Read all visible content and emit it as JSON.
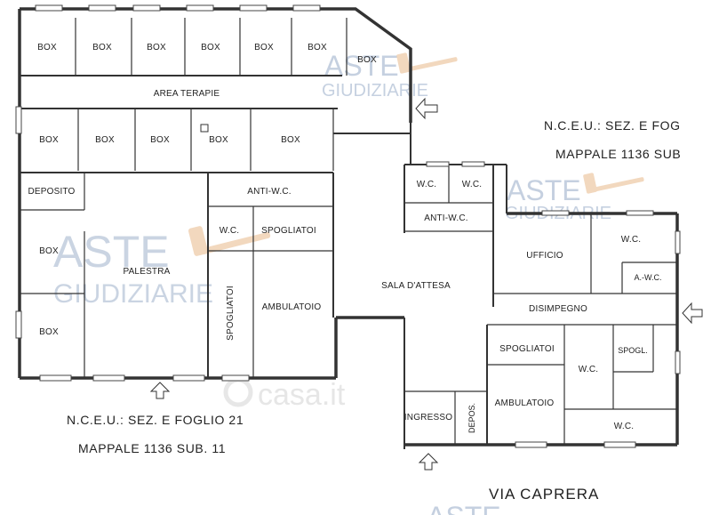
{
  "rooms": {
    "box_top": [
      "BOX",
      "BOX",
      "BOX",
      "BOX",
      "BOX",
      "BOX",
      "BOX"
    ],
    "area_terapie": "AREA TERAPIE",
    "box_mid": [
      "BOX",
      "BOX",
      "BOX",
      "BOX",
      "BOX"
    ],
    "deposito": "DEPOSITO",
    "box_left": [
      "BOX",
      "BOX"
    ],
    "palestra": "PALESTRA",
    "anti_wc_left": "ANTI-W.C.",
    "wc_left": "W.C.",
    "spogliatoi_left": "SPOGLIATOI",
    "spogliatoi_vertical": "SPOGLIATOI",
    "ambulatoio_left": "AMBULATOIO",
    "sala_attesa": "SALA D'ATTESA",
    "wc_top": [
      "W.C.",
      "W.C."
    ],
    "anti_wc_right": "ANTI-W.C.",
    "ufficio": "UFFICIO",
    "wc_right_top": "W.C.",
    "a_wc": "A.-W.C.",
    "disimpegno": "DISIMPEGNO",
    "spogliatoi_right": "SPOGLIATOI",
    "wc_right_mid": "W.C.",
    "spogl": "SPOGL.",
    "ambulatoio_right": "AMBULATOIO",
    "ingresso": "INGRESSO",
    "depos": "DEPOS.",
    "wc_right_bottom": "W.C."
  },
  "captions": {
    "right_line1": "N.C.E.U.: SEZ. E FOG",
    "right_line2": "MAPPALE 1136 SUB",
    "bottom_line1": "N.C.E.U.: SEZ. E FOGLIO 21",
    "bottom_line2": "MAPPALE 1136 SUB. 11",
    "street": "VIA CAPRERA"
  },
  "watermarks": {
    "aste": "ASTE",
    "giudiziarie": "GIUDIZIARIE",
    "casa": "casa.it"
  },
  "colors": {
    "walls": "#333333",
    "watermark": "#9fb2cc",
    "gavel": "#e8b98a"
  }
}
